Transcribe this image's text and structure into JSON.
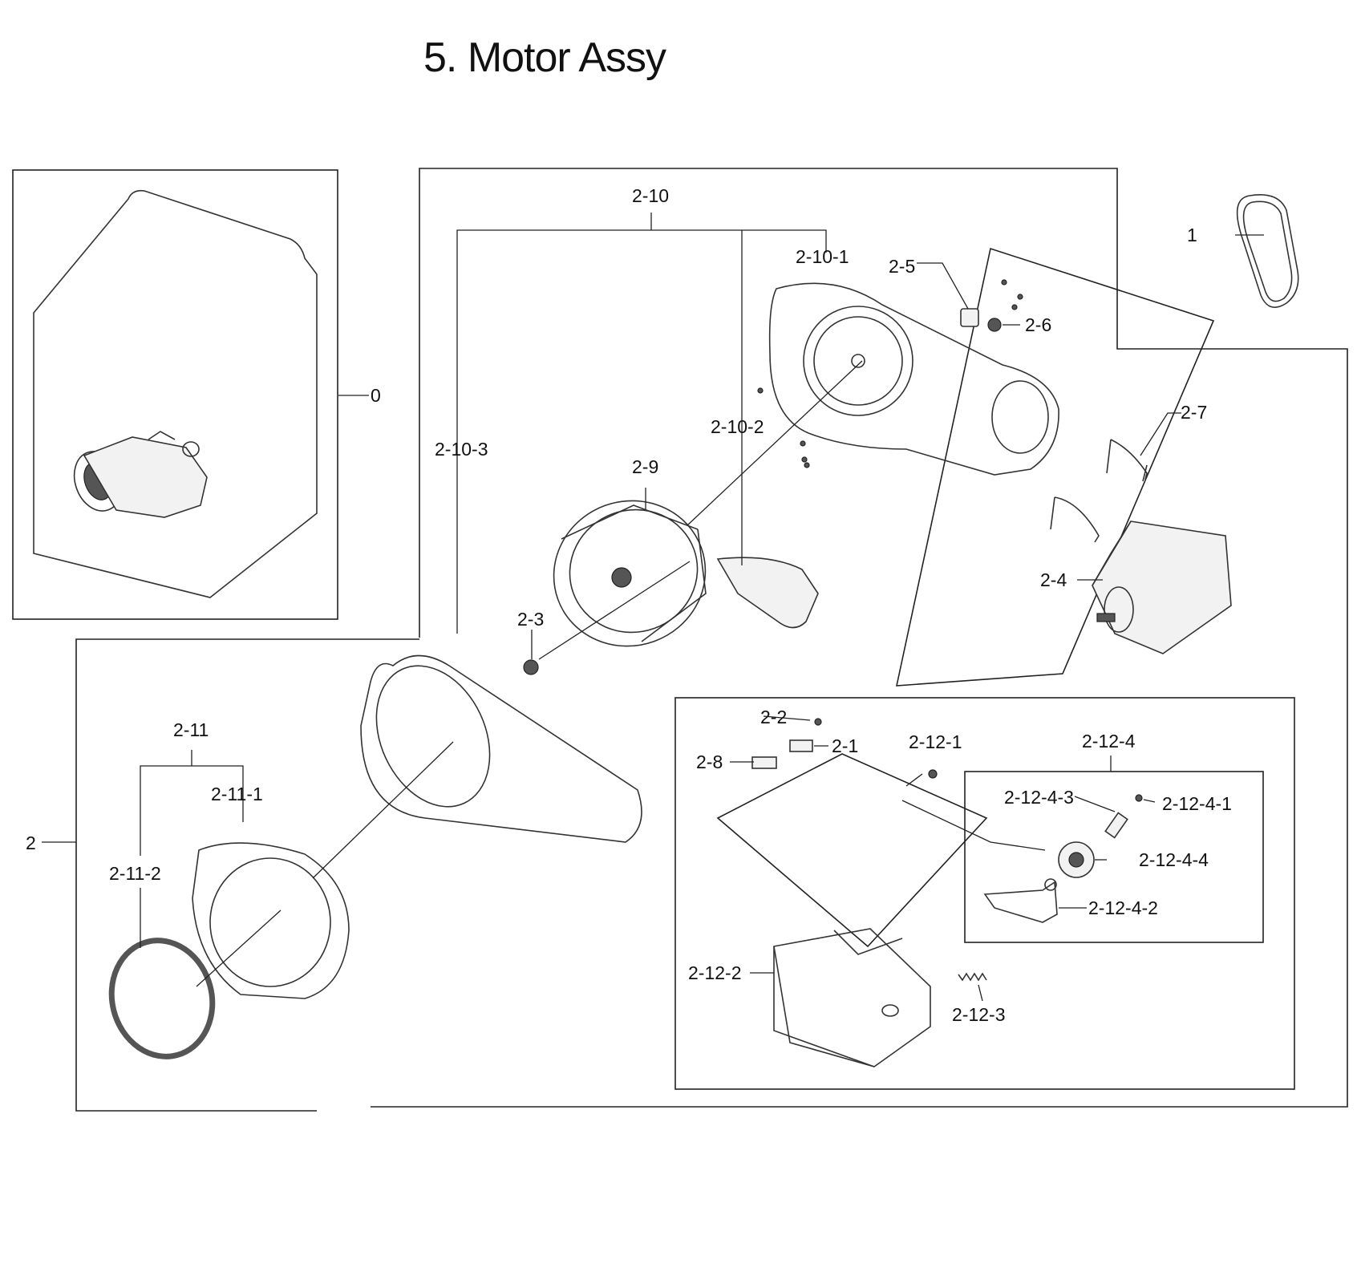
{
  "title": "5. Motor Assy",
  "labels": {
    "l_0": "0",
    "l_1": "1",
    "l_2": "2",
    "l_2_1": "2-1",
    "l_2_2": "2-2",
    "l_2_3": "2-3",
    "l_2_4": "2-4",
    "l_2_5": "2-5",
    "l_2_6": "2-6",
    "l_2_7": "2-7",
    "l_2_8": "2-8",
    "l_2_9": "2-9",
    "l_2_10": "2-10",
    "l_2_10_1": "2-10-1",
    "l_2_10_2": "2-10-2",
    "l_2_10_3": "2-10-3",
    "l_2_11": "2-11",
    "l_2_11_1": "2-11-1",
    "l_2_11_2": "2-11-2",
    "l_2_12_1": "2-12-1",
    "l_2_12_2": "2-12-2",
    "l_2_12_3": "2-12-3",
    "l_2_12_4": "2-12-4",
    "l_2_12_4_1": "2-12-4-1",
    "l_2_12_4_2": "2-12-4-2",
    "l_2_12_4_3": "2-12-4-3",
    "l_2_12_4_4": "2-12-4-4"
  }
}
